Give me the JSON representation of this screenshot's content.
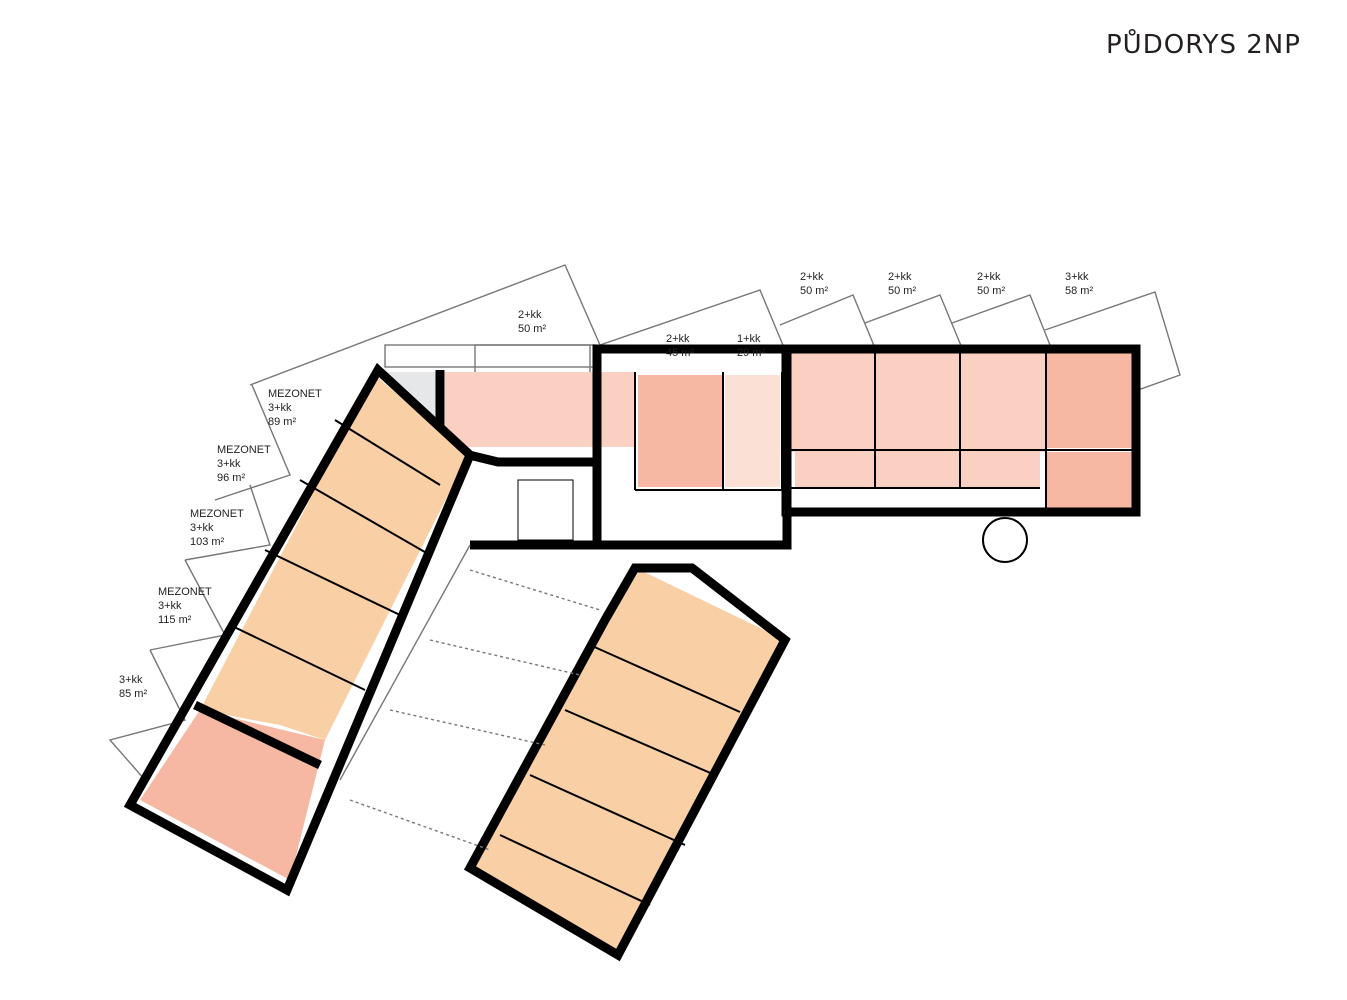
{
  "title": "PŮDORYS 2NP",
  "colors": {
    "unit_light": "#f9d0c2",
    "unit_mid": "#f6b8a3",
    "unit_orange": "#f9cfa5",
    "stair_gray": "#e6e7e8",
    "wall": "#000000"
  },
  "units": [
    {
      "type": "2+kk",
      "area": "50 m²"
    },
    {
      "type": "2+kk",
      "area": "45 m²"
    },
    {
      "type": "1+kk",
      "area": "29 m²"
    },
    {
      "type": "2+kk",
      "area": "50 m²"
    },
    {
      "type": "2+kk",
      "area": "50 m²"
    },
    {
      "type": "2+kk",
      "area": "50 m²"
    },
    {
      "type": "3+kk",
      "area": "58 m²"
    },
    {
      "prefix": "MEZONET",
      "type": "3+kk",
      "area": "89 m²"
    },
    {
      "prefix": "MEZONET",
      "type": "3+kk",
      "area": "96 m²"
    },
    {
      "prefix": "MEZONET",
      "type": "3+kk",
      "area": "103 m²"
    },
    {
      "prefix": "MEZONET",
      "type": "3+kk",
      "area": "115 m²"
    },
    {
      "type": "3+kk",
      "area": "85 m²"
    }
  ]
}
